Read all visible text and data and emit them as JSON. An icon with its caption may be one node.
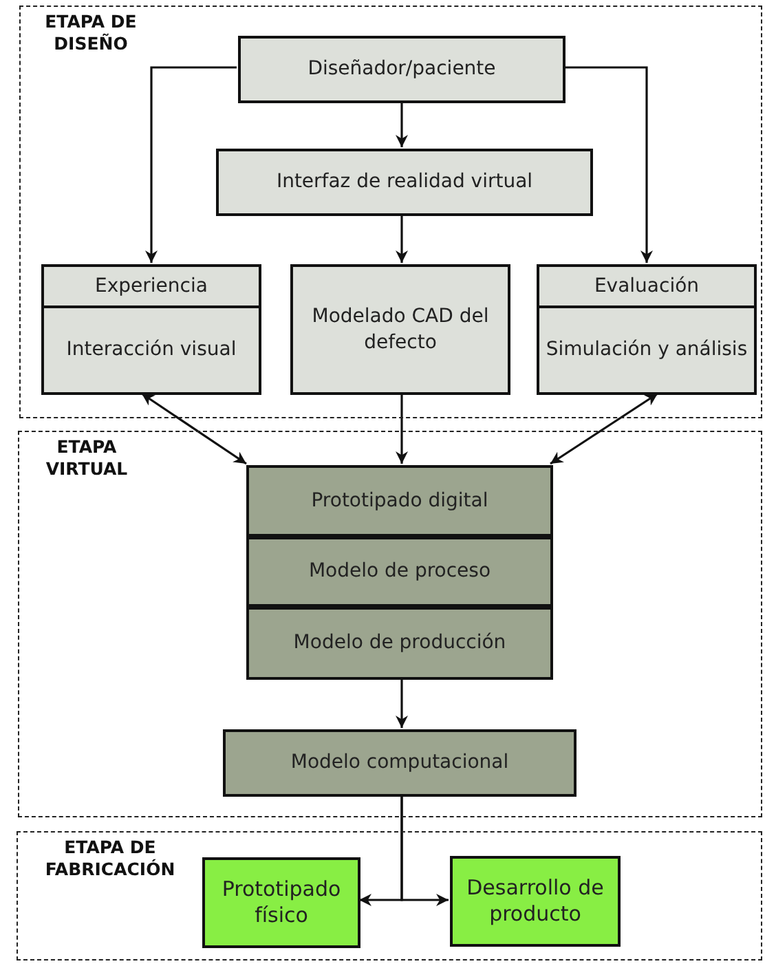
{
  "diagram": {
    "nodes": [
      {
        "text": [
          "ETAPA DE DISEÑO"
        ]
      },
      {
        "text": [
          "Diseñador/paciente"
        ],
        "in": 0
      },
      {
        "text": [
          "Interfaz de realidad virtual"
        ],
        "in": 0
      },
      {
        "text": [
          "Experiencia",
          "Interacción visual"
        ],
        "in": 0
      },
      {
        "text": [
          "Modelado CAD del defecto"
        ],
        "in": 0
      },
      {
        "text": [
          "Evaluación",
          "Simulación y análisis"
        ],
        "in": 0
      },
      {
        "text": [
          "ETAPA VIRTUAL"
        ]
      },
      {
        "text": [
          "Prototipado digital"
        ],
        "in": 6
      },
      {
        "text": [
          "Modelo de proceso"
        ],
        "in": 6
      },
      {
        "text": [
          "Modelo de producción"
        ],
        "in": 6
      },
      {
        "text": [
          "Modelo computacional"
        ],
        "in": 6
      },
      {
        "text": [
          "ETAPA DE FABRICACIÓN"
        ]
      },
      {
        "text": [
          "Prototipado físico"
        ],
        "in": 11
      },
      {
        "text": [
          "Desarrollo de producto"
        ],
        "in": 11
      }
    ],
    "edges": [
      {
        "from": 1,
        "to": 3,
        "arrow": "to"
      },
      {
        "from": 1,
        "to": 2,
        "arrow": "to"
      },
      {
        "from": 1,
        "to": 5,
        "arrow": "to"
      },
      {
        "from": 2,
        "to": 4,
        "arrow": "to"
      },
      {
        "from": 3,
        "to": 7,
        "arrow": "both"
      },
      {
        "from": 4,
        "to": 7,
        "arrow": "to"
      },
      {
        "from": 5,
        "to": 7,
        "arrow": "both"
      },
      {
        "from": 9,
        "to": 10,
        "arrow": "to"
      },
      {
        "from": 10,
        "to": 12,
        "arrow": "to"
      },
      {
        "from": 10,
        "to": 13,
        "arrow": "to"
      }
    ]
  }
}
